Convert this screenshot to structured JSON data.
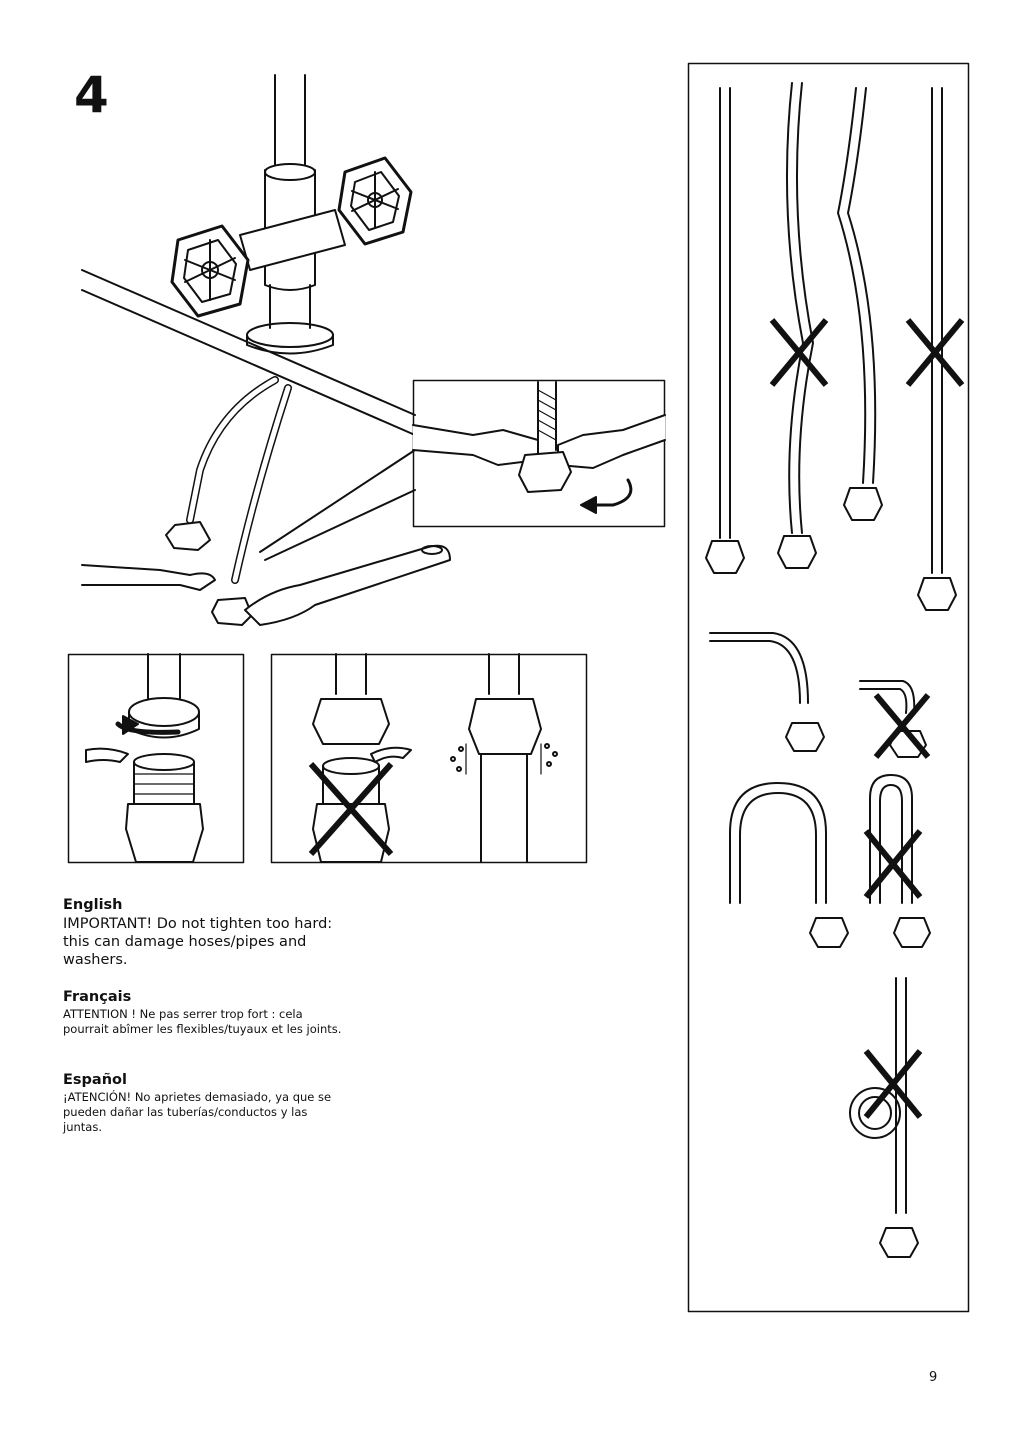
{
  "step": {
    "number": "4"
  },
  "instructions": [
    {
      "language": "English",
      "text": "IMPORTANT! Do not tighten too hard: this can damage hoses/pipes and washers."
    },
    {
      "language": "Français",
      "text": "ATTENTION ! Ne pas serrer trop fort : cela pourrait abîmer les flexibles/tuyaux et les joints."
    },
    {
      "language": "Español",
      "text": "¡ATENCIÓN! No aprietes demasiado, ya que se pueden dañar las tuberías/conductos y las juntas."
    }
  ],
  "page": {
    "number": "9"
  }
}
